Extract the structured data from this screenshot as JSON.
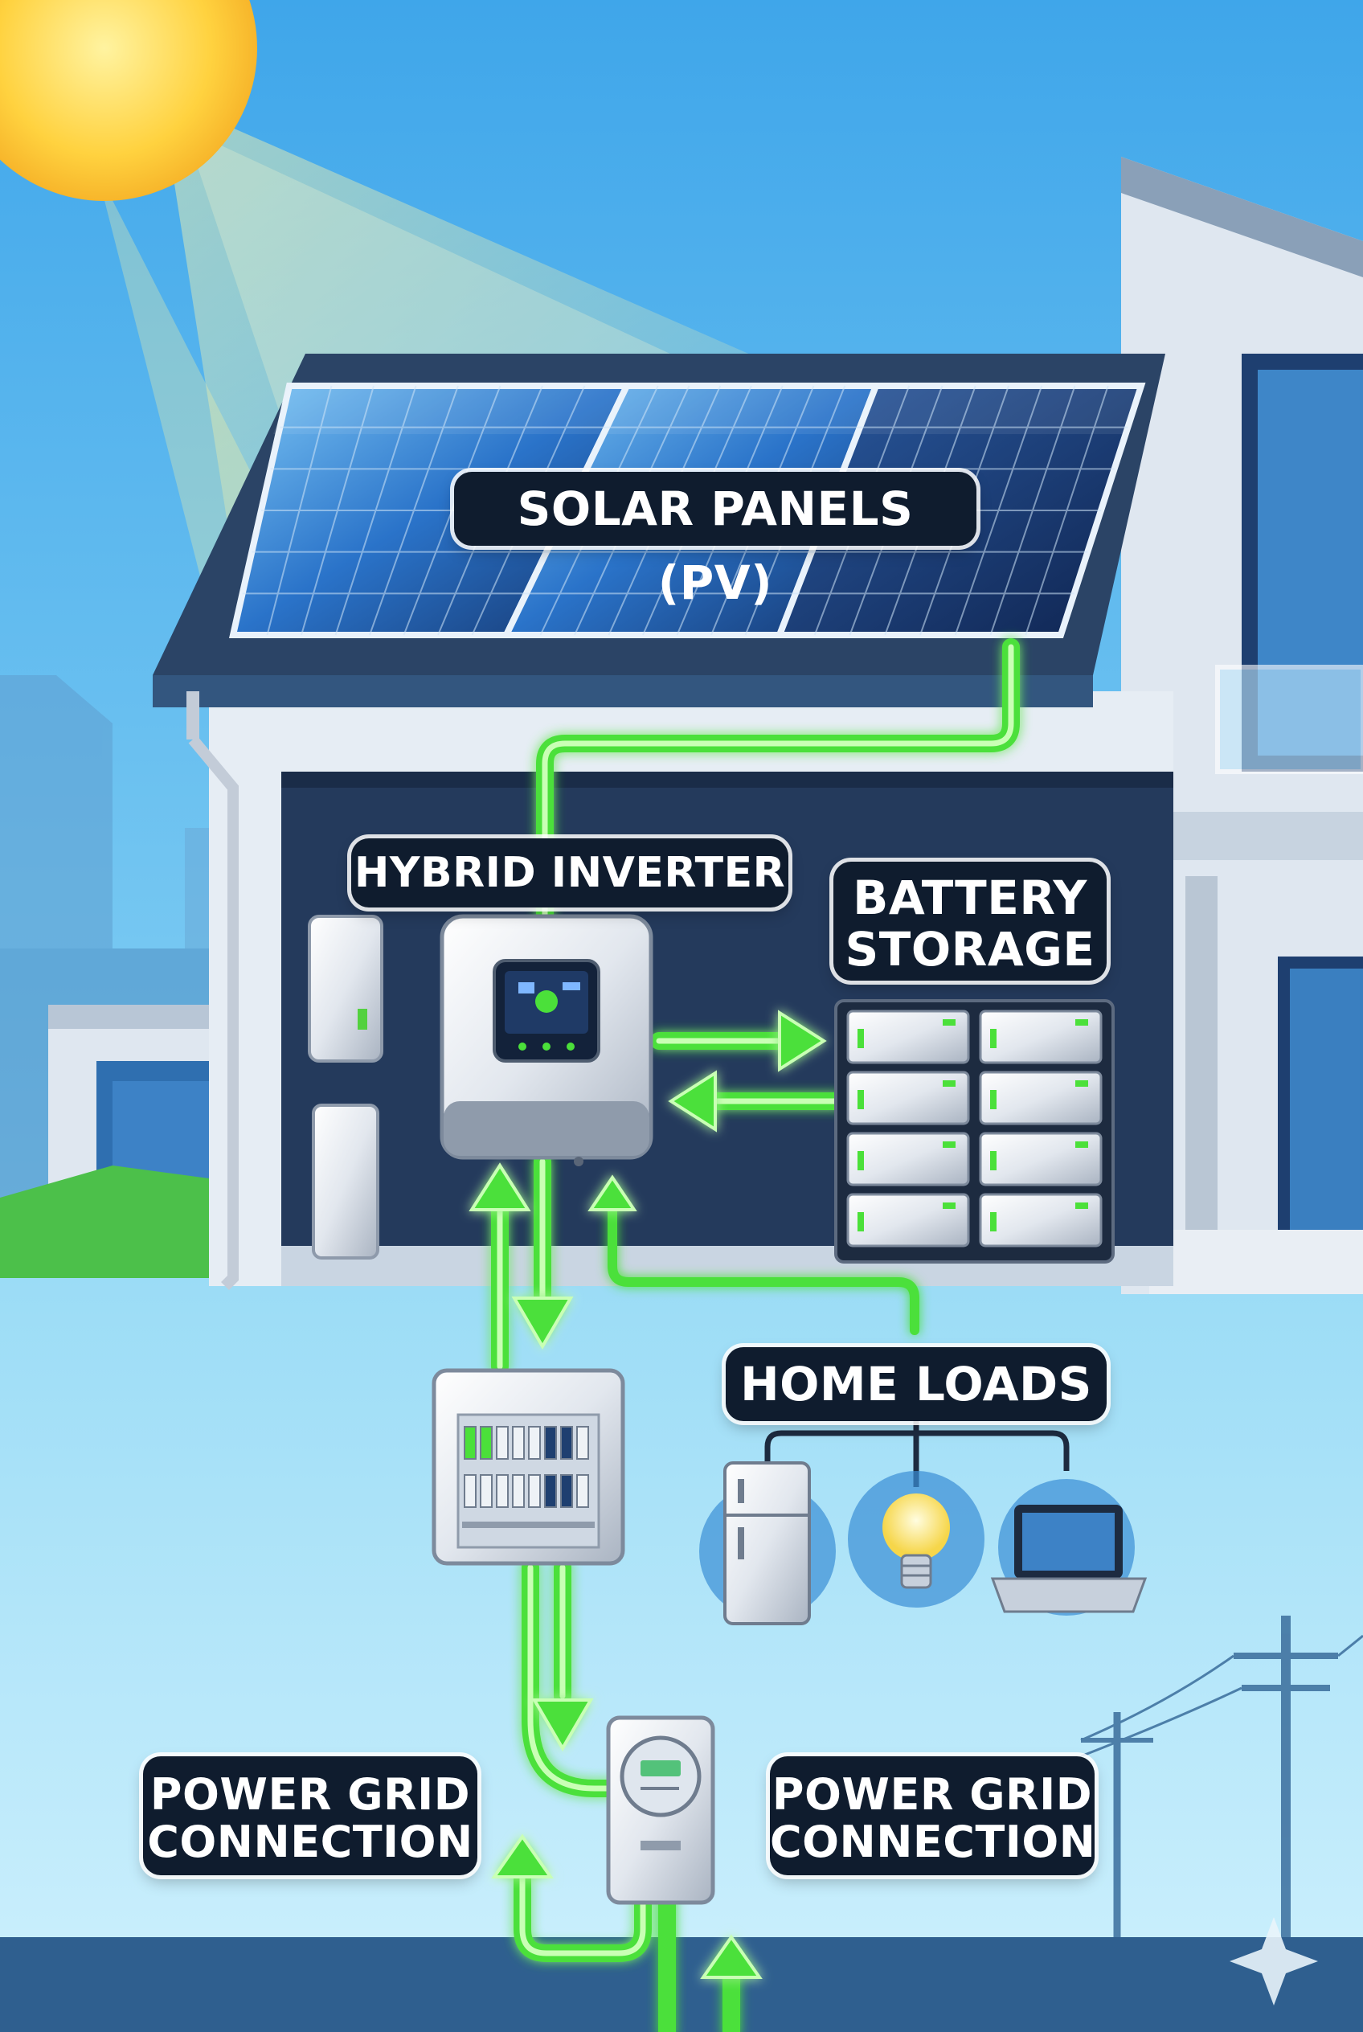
{
  "labels": {
    "solar_panels": "SOLAR PANELS (PV)",
    "hybrid_inverter": "HYBRID INVERTER",
    "battery_storage_line1": "BATTERY",
    "battery_storage_line2": "STORAGE",
    "home_loads": "HOME LOADS",
    "grid_left_line1": "POWER GRID",
    "grid_left_line2": "CONNECTION",
    "grid_right_line1": "POWER GRID",
    "grid_right_line2": "CONNECTION"
  },
  "colors": {
    "sky_top": "#3fa6ea",
    "sky_bottom": "#bfe8fb",
    "sun": "#ffc83d",
    "energy_flow": "#4be03a",
    "label_bg": "#0f1c2e",
    "house_dark": "#263a5a",
    "house_light": "#dfe7f0"
  }
}
